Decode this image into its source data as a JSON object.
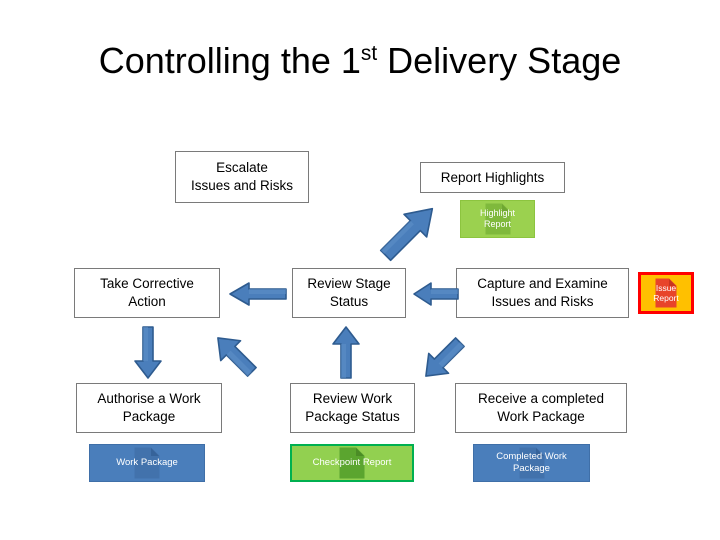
{
  "slide": {
    "title_main": "Controlling the 1",
    "title_sup": "st",
    "title_tail": " Delivery Stage",
    "background": "#ffffff"
  },
  "colors": {
    "process_box_border": "#7a7a7a",
    "process_box_fill": "#ffffff",
    "artefact_blue": "#4A7EBB",
    "artefact_green": "#9BD14F",
    "artefact_light_green_fill": "#92D050",
    "artefact_light_green_border": "#00B050",
    "artefact_orange_fill": "#FFC000",
    "artefact_orange_border": "#FF0000",
    "arrow_fill": "#4A7EBB",
    "arrow_stroke": "#2E5B8F",
    "text_dark": "#000000",
    "text_light": "#ffffff"
  },
  "process_boxes": [
    {
      "id": "escalate",
      "line1": "Escalate",
      "line2": "Issues and Risks"
    },
    {
      "id": "report-highlights",
      "line1": "Report Highlights",
      "line2": ""
    },
    {
      "id": "take-corrective-action",
      "line1": "Take Corrective",
      "line2": "Action"
    },
    {
      "id": "review-stage-status",
      "line1": "Review Stage",
      "line2": "Status"
    },
    {
      "id": "capture-examine",
      "line1": "Capture and Examine",
      "line2": "Issues and Risks"
    },
    {
      "id": "authorise-work-package",
      "line1": "Authorise a Work",
      "line2": "Package"
    },
    {
      "id": "review-work-package-status",
      "line1": "Review Work",
      "line2": "Package Status"
    },
    {
      "id": "receive-completed-work-package",
      "line1": "Receive a completed",
      "line2": "Work Package"
    }
  ],
  "artefacts": [
    {
      "id": "highlight-report",
      "line1": "Highlight",
      "line2": "Report",
      "icon": "document-icon"
    },
    {
      "id": "issue-report",
      "line1": "Issue",
      "line2": "Report",
      "icon": "document-icon"
    },
    {
      "id": "work-package",
      "line1": "Work Package",
      "line2": "",
      "icon": "document-icon"
    },
    {
      "id": "checkpoint-report",
      "line1": "Checkpoint Report",
      "line2": "",
      "icon": "document-icon"
    },
    {
      "id": "completed-work-package",
      "line1": "Completed Work",
      "line2": "Package",
      "icon": "document-icon"
    }
  ],
  "arrows": [
    {
      "id": "arrow-review-stage-to-report-highlights",
      "direction": "up-right"
    },
    {
      "id": "arrow-review-stage-to-take-corrective-action",
      "direction": "left"
    },
    {
      "id": "arrow-capture-to-review-stage",
      "direction": "left"
    },
    {
      "id": "arrow-take-corrective-to-authorise",
      "direction": "down"
    },
    {
      "id": "arrow-review-work-package-to-authorise",
      "direction": "down-left"
    },
    {
      "id": "arrow-review-work-package-to-review-stage",
      "direction": "up"
    },
    {
      "id": "arrow-receive-completed-to-review-stage",
      "direction": "up-left"
    }
  ]
}
